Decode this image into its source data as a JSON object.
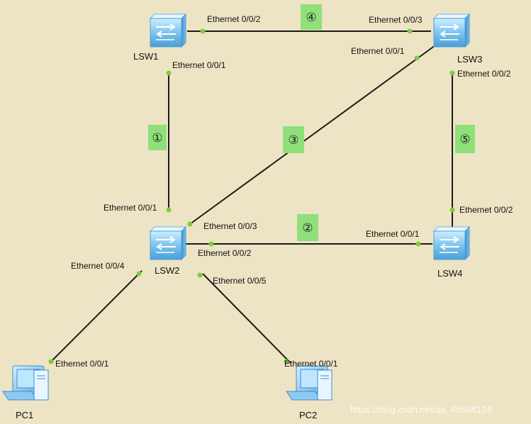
{
  "devices": {
    "lsw1": {
      "label": "LSW1",
      "icon": "switch-icon"
    },
    "lsw2": {
      "label": "LSW2",
      "icon": "switch-icon"
    },
    "lsw3": {
      "label": "LSW3",
      "icon": "switch-icon"
    },
    "lsw4": {
      "label": "LSW4",
      "icon": "switch-icon"
    },
    "pc1": {
      "label": "PC1",
      "icon": "pc-icon"
    },
    "pc2": {
      "label": "PC2",
      "icon": "pc-icon"
    }
  },
  "links": {
    "l1": {
      "number": "①",
      "a_port": "Ethernet 0/0/1",
      "b_port": "Ethernet 0/0/1"
    },
    "l2": {
      "number": "②",
      "a_port": "Ethernet 0/0/2",
      "b_port": "Ethernet 0/0/1"
    },
    "l3": {
      "number": "③",
      "a_port": "Ethernet 0/0/3",
      "b_port": "Ethernet 0/0/1"
    },
    "l4": {
      "number": "④",
      "a_port": "Ethernet 0/0/2",
      "b_port": "Ethernet 0/0/3"
    },
    "l5": {
      "number": "⑤",
      "a_port": "Ethernet 0/0/2",
      "b_port": "Ethernet 0/0/2"
    },
    "pc1": {
      "a_port": "Ethernet 0/0/4",
      "b_port": "Ethernet 0/0/1"
    },
    "pc2": {
      "a_port": "Ethernet 0/0/5",
      "b_port": "Ethernet 0/0/1"
    }
  },
  "watermark": "https://blog.csdn.net/qq_45668124",
  "colors": {
    "background": "#ede4c5",
    "link": "#1a1a1a",
    "port_dot": "#7ccd3a",
    "link_number_bg": "#8fe07a",
    "device_blue": "#5aa9e6"
  }
}
